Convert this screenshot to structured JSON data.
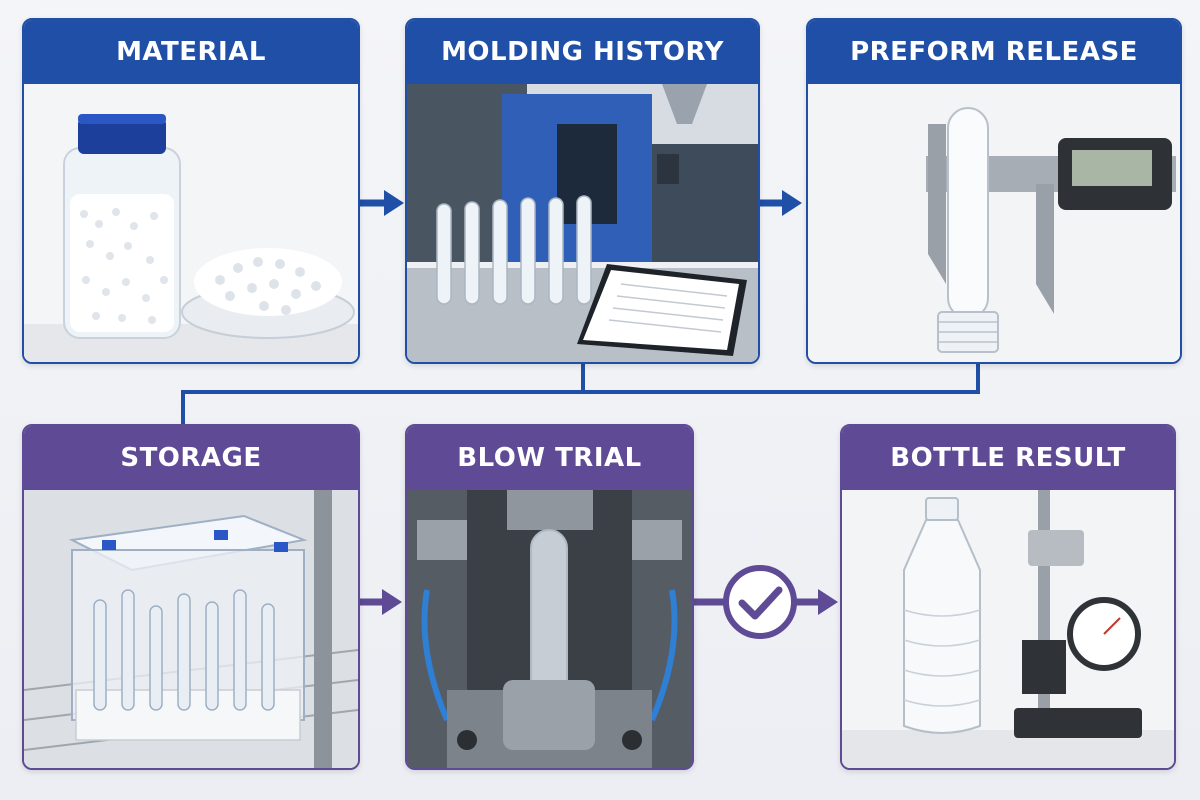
{
  "colors": {
    "blue": "#1f4fa6",
    "purple": "#5e4a95",
    "background": "#f0f1f5"
  },
  "stages": [
    {
      "title": "MATERIAL",
      "icon": "pellet-jar-photo"
    },
    {
      "title": "MOLDING HISTORY",
      "icon": "injection-machine-photo"
    },
    {
      "title": "PREFORM RELEASE",
      "icon": "caliper-preform-photo"
    },
    {
      "title": "STORAGE",
      "icon": "storage-box-photo"
    },
    {
      "title": "BLOW TRIAL",
      "icon": "blow-mold-photo"
    },
    {
      "title": "BOTTLE RESULT",
      "icon": "bottle-gauge-photo"
    }
  ],
  "approval_icon": "checkmark-circle-icon"
}
